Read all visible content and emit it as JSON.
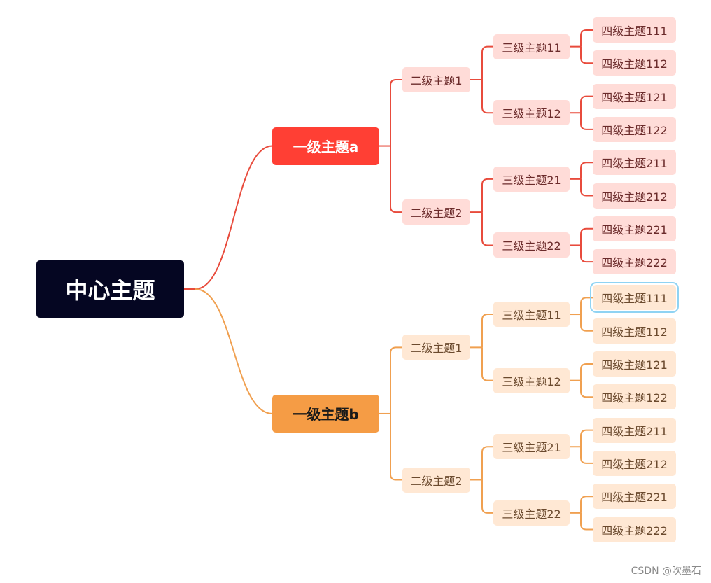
{
  "theme": {
    "root_bg": "#050622",
    "root_text": "#ffffff",
    "branches": [
      {
        "line": "#e84b3c",
        "l1_bg": "#ff3f34",
        "l1_text": "#ffffff",
        "node_bg": "#ffdcd8",
        "node_text": "#6b2b2b"
      },
      {
        "line": "#f0a050",
        "l1_bg": "#f59c45",
        "l1_text": "#1a1a1a",
        "node_bg": "#ffe8d4",
        "node_text": "#6b4a2e"
      }
    ],
    "selected_outline": "#8fd3f3"
  },
  "diagram": {
    "root": {
      "label": "中心主题",
      "children": [
        {
          "label": "一级主题a",
          "children": [
            {
              "label": "二级主题1",
              "children": [
                {
                  "label": "三级主题11",
                  "children": [
                    {
                      "label": "四级主题111"
                    },
                    {
                      "label": "四级主题112"
                    }
                  ]
                },
                {
                  "label": "三级主题12",
                  "children": [
                    {
                      "label": "四级主题121"
                    },
                    {
                      "label": "四级主题122"
                    }
                  ]
                }
              ]
            },
            {
              "label": "二级主题2",
              "children": [
                {
                  "label": "三级主题21",
                  "children": [
                    {
                      "label": "四级主题211"
                    },
                    {
                      "label": "四级主题212"
                    }
                  ]
                },
                {
                  "label": "三级主题22",
                  "children": [
                    {
                      "label": "四级主题221"
                    },
                    {
                      "label": "四级主题222"
                    }
                  ]
                }
              ]
            }
          ]
        },
        {
          "label": "一级主题b",
          "children": [
            {
              "label": "二级主题1",
              "children": [
                {
                  "label": "三级主题11",
                  "children": [
                    {
                      "label": "四级主题111",
                      "selected": true
                    },
                    {
                      "label": "四级主题112"
                    }
                  ]
                },
                {
                  "label": "三级主题12",
                  "children": [
                    {
                      "label": "四级主题121"
                    },
                    {
                      "label": "四级主题122"
                    }
                  ]
                }
              ]
            },
            {
              "label": "二级主题2",
              "children": [
                {
                  "label": "三级主题21",
                  "children": [
                    {
                      "label": "四级主题211"
                    },
                    {
                      "label": "四级主题212"
                    }
                  ]
                },
                {
                  "label": "三级主题22",
                  "children": [
                    {
                      "label": "四级主题221"
                    },
                    {
                      "label": "四级主题222"
                    }
                  ]
                }
              ]
            }
          ]
        }
      ]
    }
  },
  "watermark": "CSDN @吹墨石"
}
